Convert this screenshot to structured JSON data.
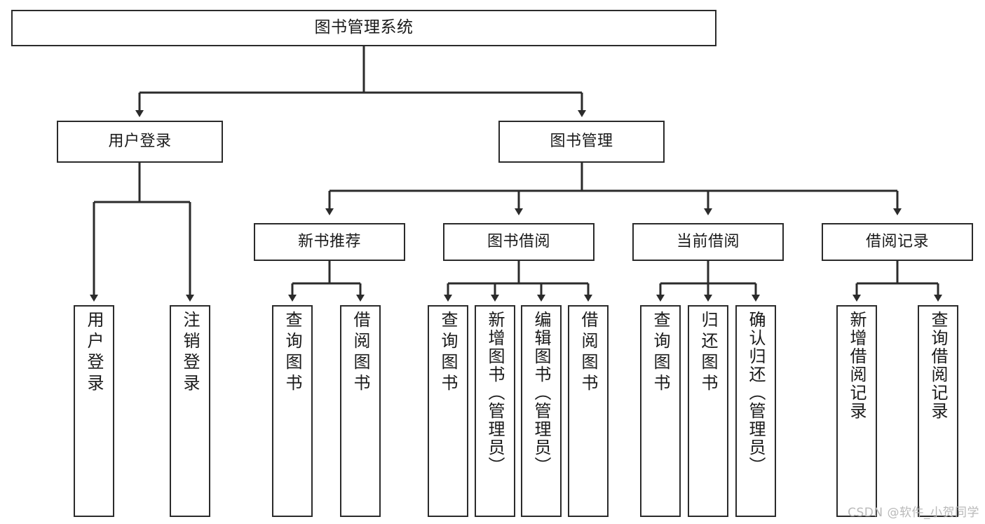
{
  "diagram": {
    "type": "tree",
    "title": "图书管理系统",
    "watermark": "CSDN @软件_小贺同学",
    "colors": {
      "background": "#ffffff",
      "box_border": "#2b2b2b",
      "connector": "#2b2b2b",
      "text": "#1a1a1a",
      "watermark": "#b9b9b9"
    },
    "levels": {
      "root": {
        "label": "图书管理系统"
      },
      "level2": [
        {
          "label": "用户登录"
        },
        {
          "label": "图书管理"
        }
      ],
      "level3": [
        {
          "label": "新书推荐"
        },
        {
          "label": "图书借阅"
        },
        {
          "label": "当前借阅"
        },
        {
          "label": "借阅记录"
        }
      ],
      "leaves": {
        "user_login": [
          {
            "label": "用户登录"
          },
          {
            "label": "注销登录"
          }
        ],
        "new_book_recommend": [
          {
            "label": "查询图书"
          },
          {
            "label": "借阅图书"
          }
        ],
        "book_borrow": [
          {
            "label": "查询图书"
          },
          {
            "label": "新增图书（管理员）"
          },
          {
            "label": "编辑图书（管理员）"
          },
          {
            "label": "借阅图书"
          }
        ],
        "current_borrow": [
          {
            "label": "查询图书"
          },
          {
            "label": "归还图书"
          },
          {
            "label": "确认归还（管理员）"
          }
        ],
        "borrow_record": [
          {
            "label": "新增借阅记录"
          },
          {
            "label": "查询借阅记录"
          }
        ]
      }
    }
  }
}
